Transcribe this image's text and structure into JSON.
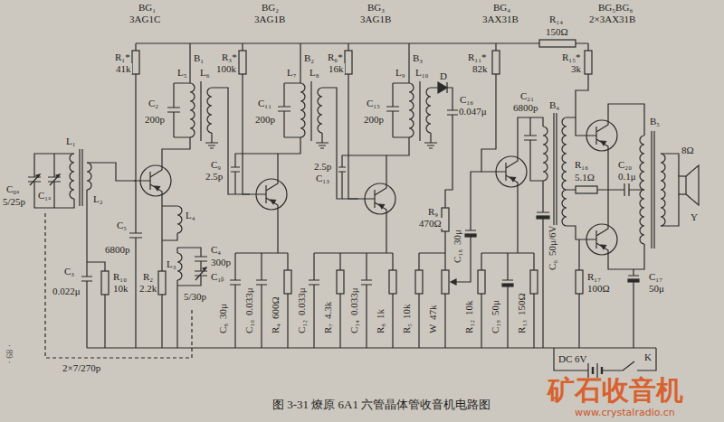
{
  "diagram": {
    "caption": "图 3-31 燎原 6A1 六管晶体管收音机电路图",
    "labels": [
      "BG₁",
      "3AG1C",
      "BG₂",
      "3AG1B",
      "BG₃",
      "3AG1B",
      "BG₄",
      "3AX31B",
      "R₁₄",
      "150Ω",
      "BG₅BG₆",
      "2×3AX31B",
      "R₁*",
      "41k",
      "R₃*",
      "100k",
      "R₆*",
      "16k",
      "R₁₁*",
      "82k",
      "R₁₅*",
      "3k",
      "B₁",
      "L₅",
      "L₆",
      "C₂",
      "200p",
      "B₂",
      "L₇",
      "L₈",
      "C₁₁",
      "200p",
      "B₃",
      "L₉",
      "L₁₀",
      "D",
      "C₁₅",
      "200p",
      "C₁₆",
      "0.047μ",
      "C₉",
      "2.5p",
      "2.5p",
      "C₁₃",
      "L₁",
      "L₂",
      "C₀ₐ",
      "5/25p",
      "C₁ₐ",
      "L₄",
      "C₄",
      "300p",
      "C₁ᵦ",
      "L₃",
      "5/30p",
      "C₅",
      "6800p",
      "C₃",
      "0.022μ",
      "R₁₀",
      "10k",
      "R₂",
      "2.2k",
      "2×7/270p",
      "C₈",
      "30μ",
      "C₁₀",
      "0.033μ",
      "R₄",
      "600Ω",
      "C₁₂",
      "0.033μ",
      "R₇",
      "4.3k",
      "C₁₄",
      "0.033μ",
      "R₈",
      "1k",
      "R₅",
      "10k",
      "W",
      "47k",
      "R₉",
      "470Ω",
      "C₁₈",
      "30μ",
      "R₁₂",
      "10k",
      "C₁₉",
      "50μ",
      "R₁₃",
      "150Ω",
      "C₂₁",
      "6800p",
      "B₄",
      "C₆",
      "50μ/6V",
      "R₁₆",
      "5.1Ω",
      "C₂₀",
      "0.1μ",
      "B₅",
      "8Ω",
      "Y",
      "R₁₇",
      "100Ω",
      "C₁₇",
      "50μ",
      "DC",
      "6V",
      "K",
      "· 89 ·",
      "矿石收音机",
      "www.crystalradio.cn"
    ]
  }
}
